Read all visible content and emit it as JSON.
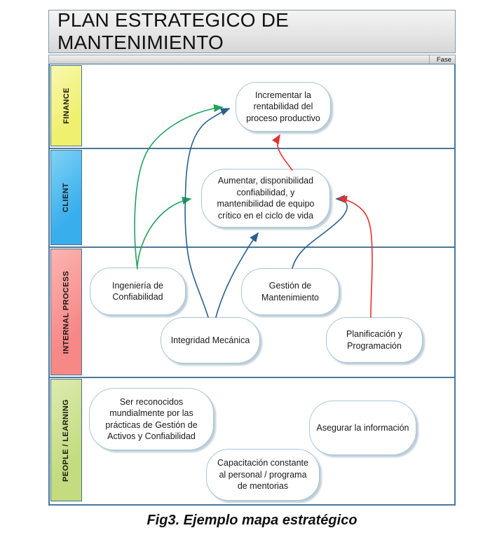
{
  "title": "PLAN ESTRATEGICO DE MANTENIMIENTO",
  "phase_label": "Fase",
  "caption": "Fig3. Ejemplo mapa estratégico",
  "colors": {
    "frame_blue": "#4678a0",
    "lane_line": "#4a7898",
    "node_border": "#a9c7da",
    "finance_fill": "#f2f37f",
    "client_fill": "#47b7f0",
    "internal_fill": "#f89694",
    "people_fill": "#c9e18d",
    "arrow_green": "#1fa35a",
    "arrow_navy": "#2a5f8f",
    "arrow_red": "#e9302e"
  },
  "lanes": [
    {
      "id": "finance",
      "label": "FINANCE"
    },
    {
      "id": "client",
      "label": "CLIENT"
    },
    {
      "id": "internal-process",
      "label": "INTERNAL PROCESS"
    },
    {
      "id": "people-learning",
      "label": "PEOPLE / LEARNING"
    }
  ],
  "nodes": [
    {
      "id": "incrementar-rentabilidad",
      "lane": "finance",
      "text": "Incrementar la rentabilidad del proceso productivo"
    },
    {
      "id": "aumentar-disponibilidad",
      "lane": "client",
      "text": "Aumentar, disponibilidad confiabilidad, y mantenibilidad de equipo crítico en el ciclo de vida"
    },
    {
      "id": "ingenieria-confiabilidad",
      "lane": "internal-process",
      "text": "Ingeniería de Confiabilidad"
    },
    {
      "id": "integridad-mecanica",
      "lane": "internal-process",
      "text": "Integridad Mecánica"
    },
    {
      "id": "gestion-mantenimiento",
      "lane": "internal-process",
      "text": "Gestión de Mantenimiento"
    },
    {
      "id": "planificacion-programacion",
      "lane": "internal-process",
      "text": "Planificación y Programación"
    },
    {
      "id": "ser-reconocidos",
      "lane": "people-learning",
      "text": "Ser reconocidos mundialmente por las prácticas de Gestión de Activos y Confiabilidad"
    },
    {
      "id": "capacitacion-constante",
      "lane": "people-learning",
      "text": "Capacitación constante al personal / programa de mentorias"
    },
    {
      "id": "asegurar-informacion",
      "lane": "people-learning",
      "text": "Asegurar la información"
    }
  ],
  "edges": [
    {
      "from": "ingenieria-confiabilidad",
      "to": "incrementar-rentabilidad",
      "color": "green"
    },
    {
      "from": "ingenieria-confiabilidad",
      "to": "aumentar-disponibilidad",
      "color": "green"
    },
    {
      "from": "integridad-mecanica",
      "to": "incrementar-rentabilidad",
      "color": "navy"
    },
    {
      "from": "integridad-mecanica",
      "to": "aumentar-disponibilidad",
      "color": "navy"
    },
    {
      "from": "gestion-mantenimiento",
      "to": "aumentar-disponibilidad",
      "color": "navy"
    },
    {
      "from": "planificacion-programacion",
      "to": "aumentar-disponibilidad",
      "color": "red"
    },
    {
      "from": "aumentar-disponibilidad",
      "to": "incrementar-rentabilidad",
      "color": "red"
    }
  ]
}
